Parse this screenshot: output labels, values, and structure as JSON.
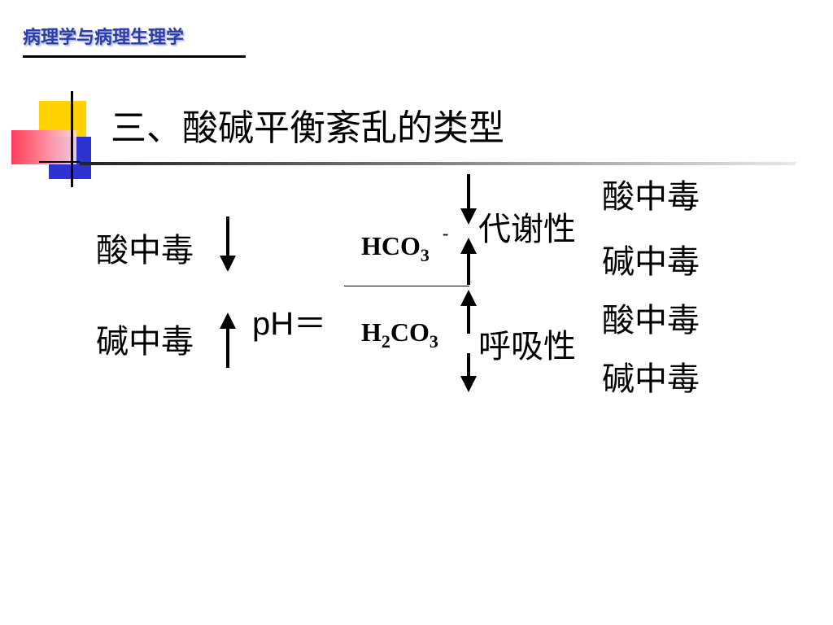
{
  "header": {
    "course_title": "病理学与病理生理学"
  },
  "slide": {
    "title": "三、酸碱平衡紊乱的类型"
  },
  "diagram": {
    "left_acidosis": "酸中毒",
    "left_alkalosis": "碱中毒",
    "ph_label": "pH＝",
    "numerator": {
      "base": "HCO",
      "sub": "3",
      "sup": "-"
    },
    "denominator": {
      "h": "H",
      "sub_h": "2",
      "co": "CO",
      "sub_co": "3"
    },
    "metabolic_label": "代谢性",
    "respiratory_label": "呼吸性",
    "metabolic_acidosis": "酸中毒",
    "metabolic_alkalosis": "碱中毒",
    "respiratory_acidosis": "酸中毒",
    "respiratory_alkalosis": "碱中毒"
  }
}
